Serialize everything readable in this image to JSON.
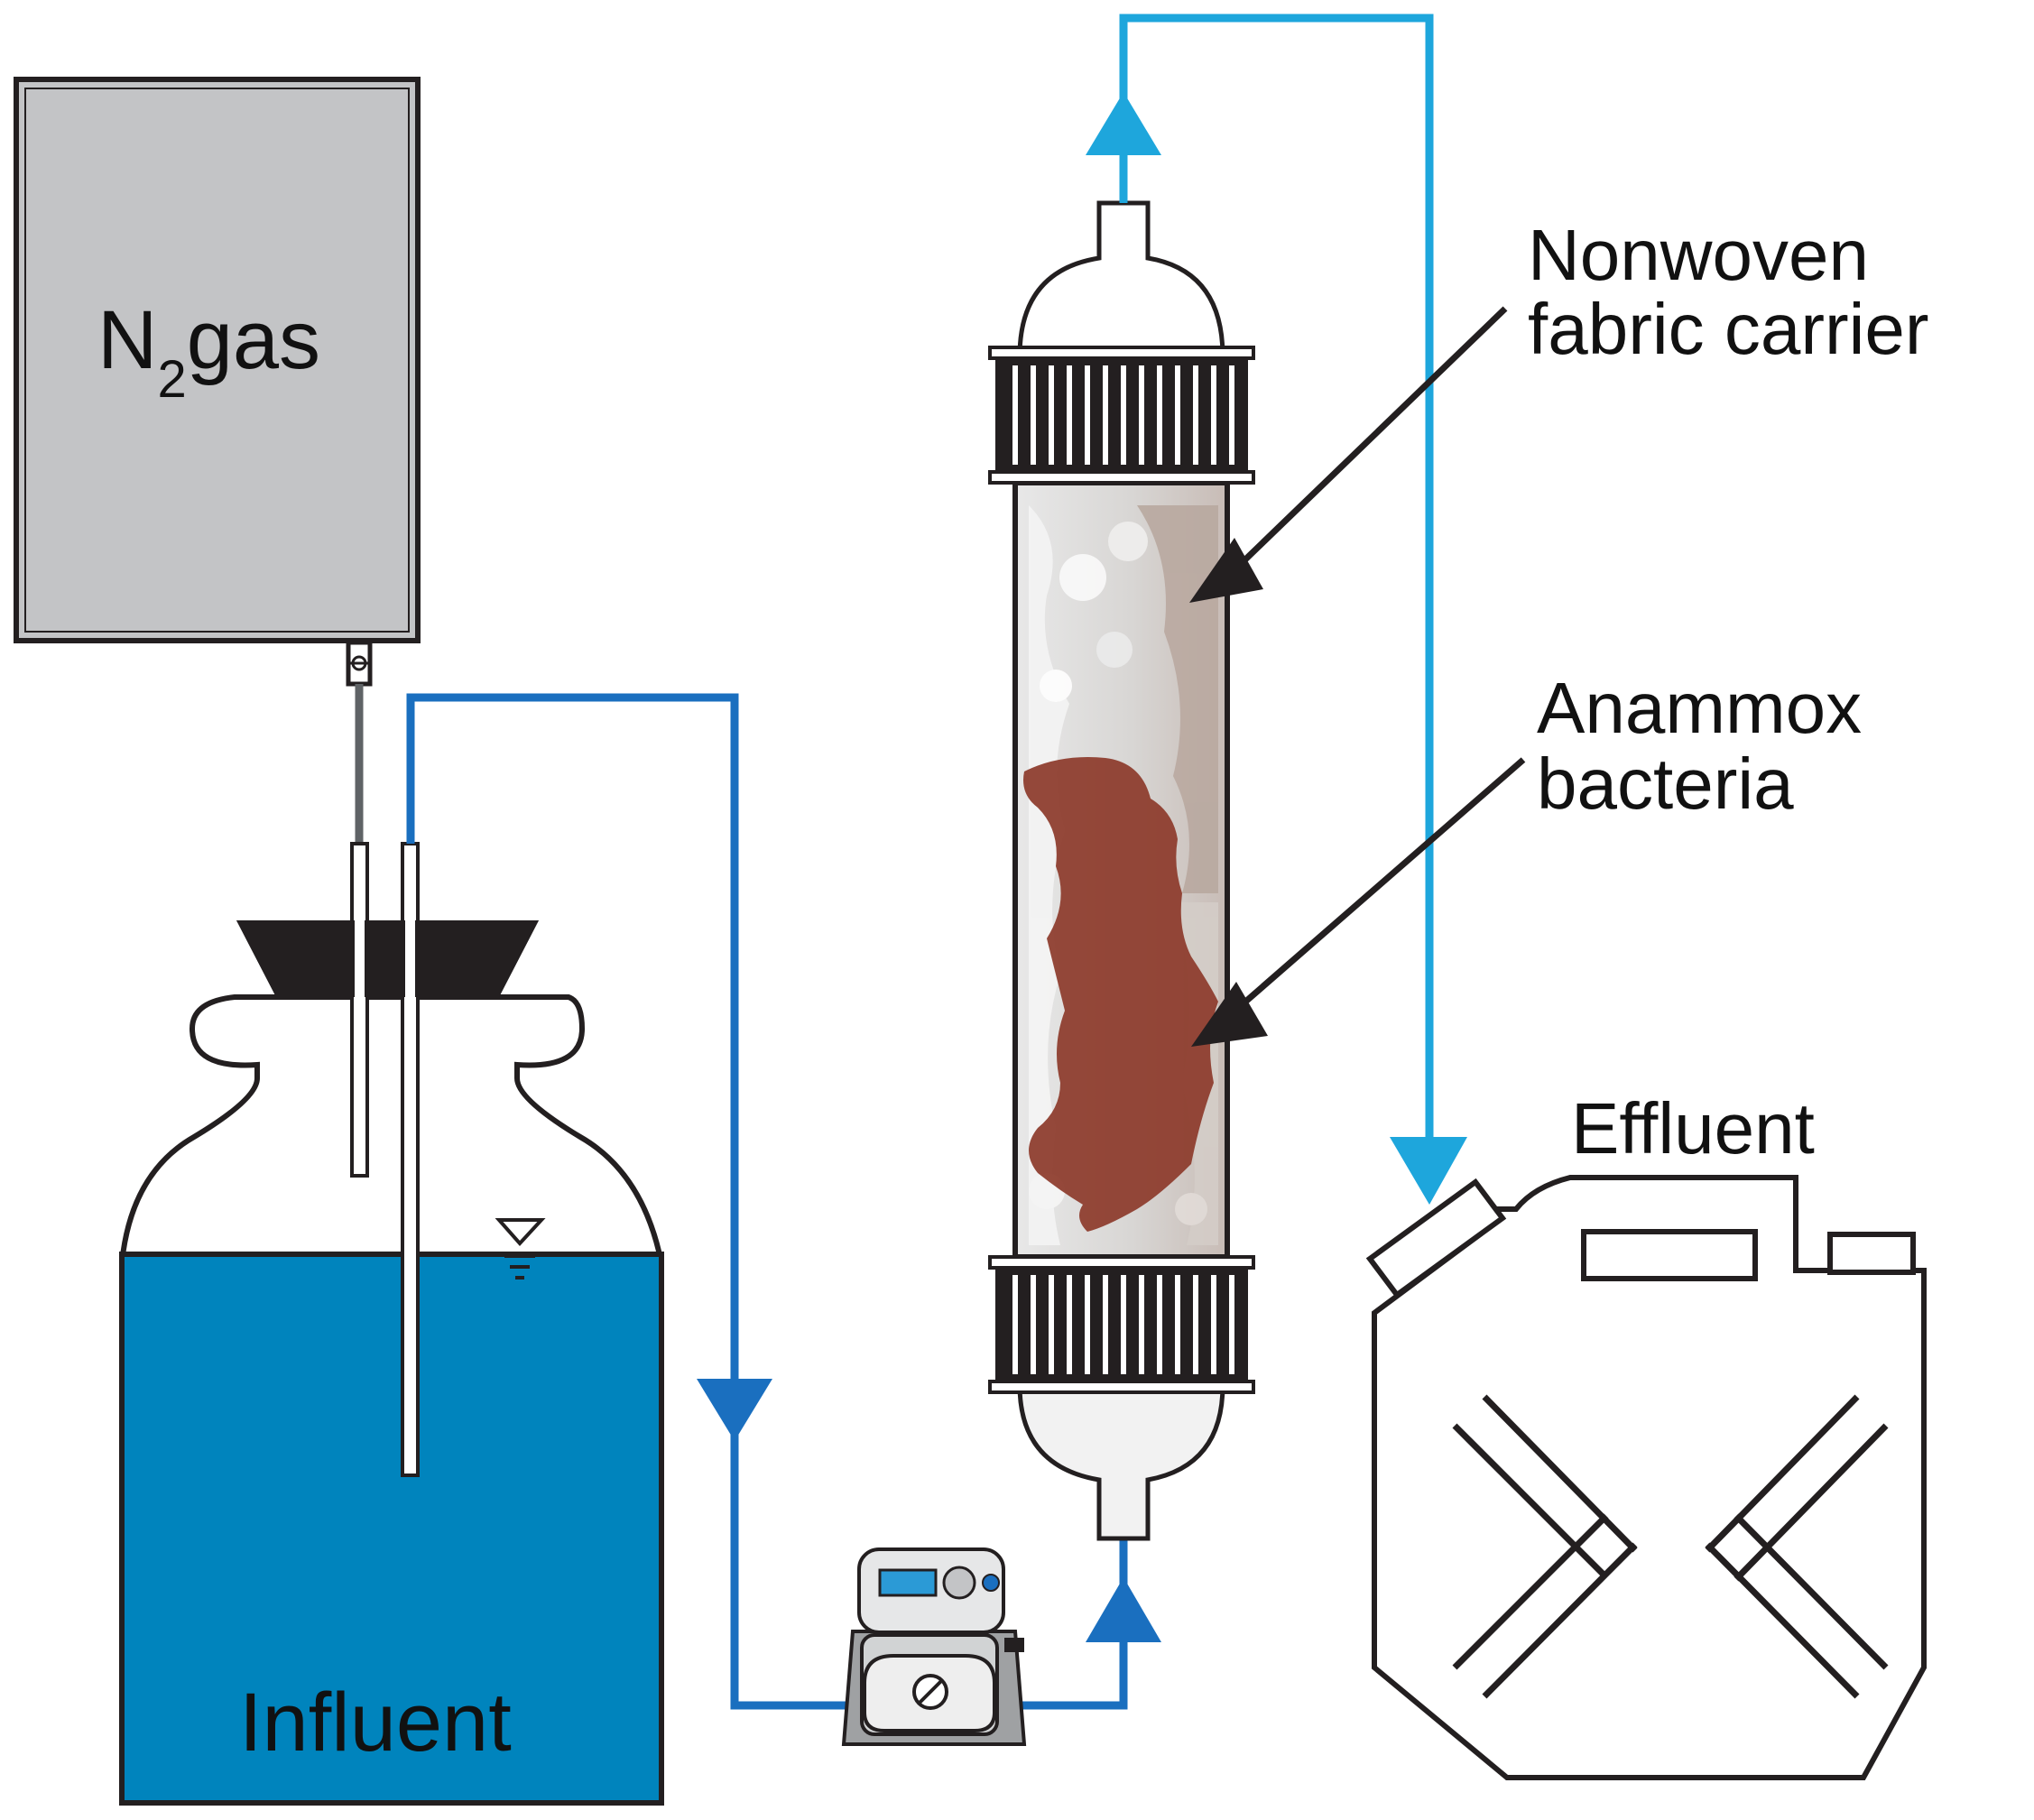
{
  "gas_tank": {
    "label_main": "N",
    "label_sub": "2",
    "label_suffix": "gas",
    "fill": "#c3c4c6"
  },
  "influent": {
    "label": "Influent",
    "water_color": "#0084bd"
  },
  "reactor": {
    "carrier_label_line1": "Nonwoven",
    "carrier_label_line2": "fabric carrier",
    "bacteria_label_line1": "Anammox",
    "bacteria_label_line2": "bacteria",
    "bacteria_color": "#8c3a2a"
  },
  "effluent": {
    "label": "Effluent"
  },
  "colors": {
    "influent_line": "#1a6fbf",
    "effluent_line": "#1ea6dc",
    "outline": "#231f20"
  }
}
